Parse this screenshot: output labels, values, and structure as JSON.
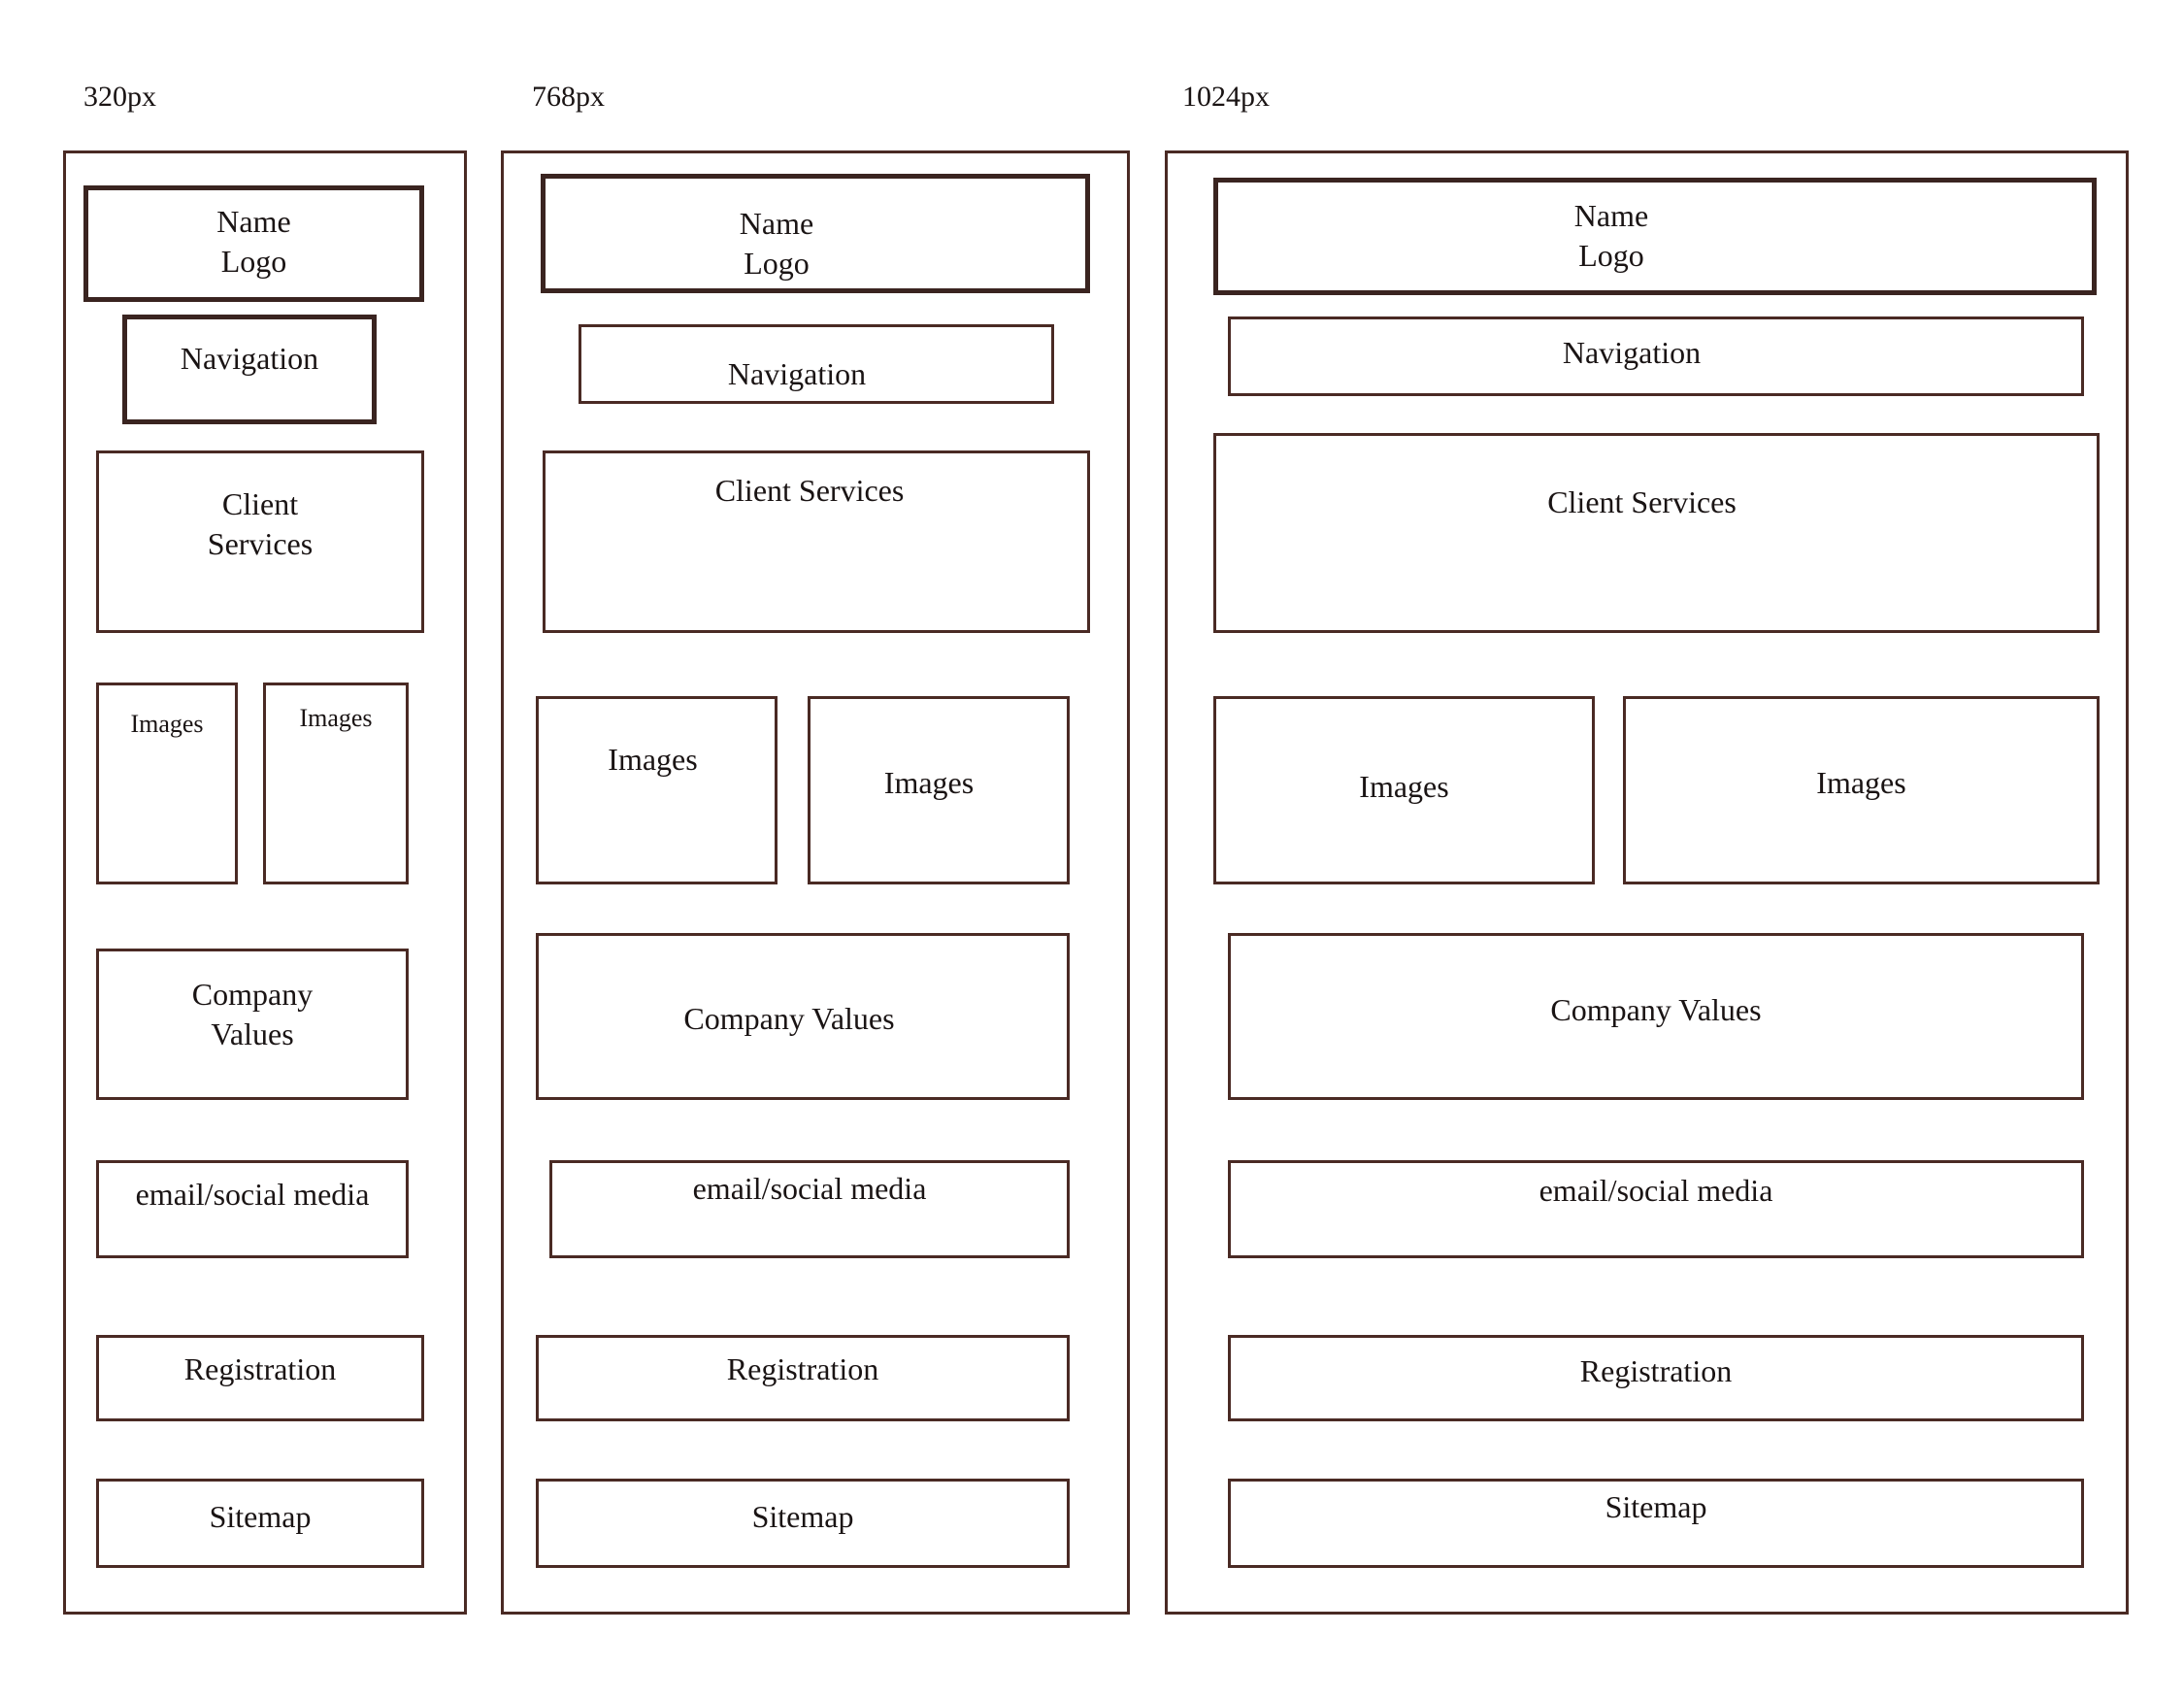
{
  "frames": [
    {
      "label": "320px",
      "boxes": {
        "name_logo": "Name\nLogo",
        "navigation": "Navigation",
        "client_services": "Client\nServices",
        "images_1": "Images",
        "images_2": "Images",
        "company_values": "Company\nValues",
        "email_social": "email/social media",
        "registration": "Registration",
        "sitemap": "Sitemap"
      }
    },
    {
      "label": "768px",
      "boxes": {
        "name_logo": "Name\nLogo",
        "navigation": "Navigation",
        "client_services": "Client Services",
        "images_1": "Images",
        "images_2": "Images",
        "company_values": "Company Values",
        "email_social": "email/social media",
        "registration": "Registration",
        "sitemap": "Sitemap"
      }
    },
    {
      "label": "1024px",
      "boxes": {
        "name_logo": "Name\nLogo",
        "navigation": "Navigation",
        "client_services": "Client Services",
        "images_1": "Images",
        "images_2": "Images",
        "company_values": "Company Values",
        "email_social": "email/social media",
        "registration": "Registration",
        "sitemap": "Sitemap"
      }
    }
  ],
  "colors": {
    "stroke": "#4a2a24",
    "text": "#1a1414",
    "background": "#ffffff"
  }
}
